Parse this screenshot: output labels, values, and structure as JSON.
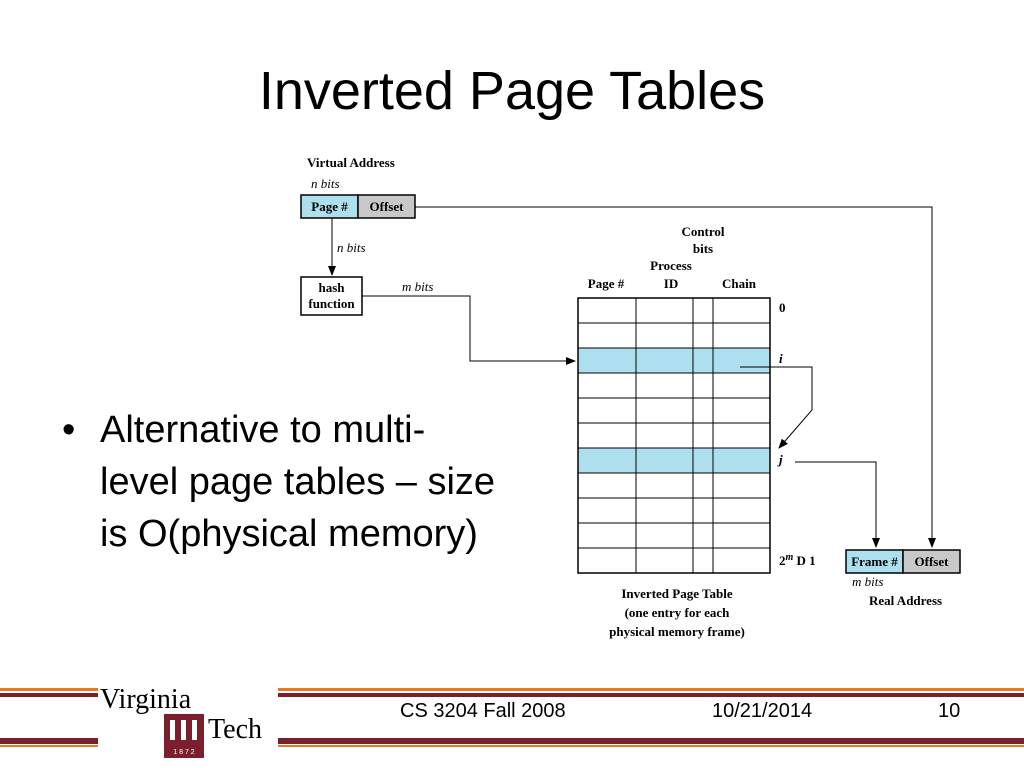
{
  "slide": {
    "title": "Inverted Page Tables",
    "bullet": "Alternative to multi-level page tables – size is O(physical memory)"
  },
  "diagram": {
    "virtual_address_label": "Virtual Address",
    "n_bits_top": "n bits",
    "page_num": "Page #",
    "offset": "Offset",
    "n_bits_arrow": "n bits",
    "hash_line1": "hash",
    "hash_line2": "function",
    "m_bits_arrow": "m bits",
    "control_line1": "Control",
    "control_line2": "bits",
    "process_line1": "Process",
    "process_line2": "ID",
    "col_page": "Page #",
    "col_chain": "Chain",
    "row_0": "0",
    "row_i": "i",
    "row_j": "j",
    "row_last_base": "2",
    "row_last_exp": "m",
    "row_last_rest": " D 1",
    "frame_num": "Frame #",
    "offset_right": "Offset",
    "m_bits_right": "m bits",
    "real_address": "Real Address",
    "caption_line1": "Inverted Page Table",
    "caption_line2": "(one entry for each",
    "caption_line3": "physical memory frame)"
  },
  "footer": {
    "course": "CS 3204 Fall 2008",
    "date": "10/21/2014",
    "page": "10",
    "logo_line1": "Virginia",
    "logo_line2": "Tech",
    "logo_year": "1 8 7 2"
  },
  "colors": {
    "highlight": "#aedfee",
    "offset_gray": "#c8c8c8",
    "maroon": "#7b1e2e",
    "orange": "#e87722"
  }
}
